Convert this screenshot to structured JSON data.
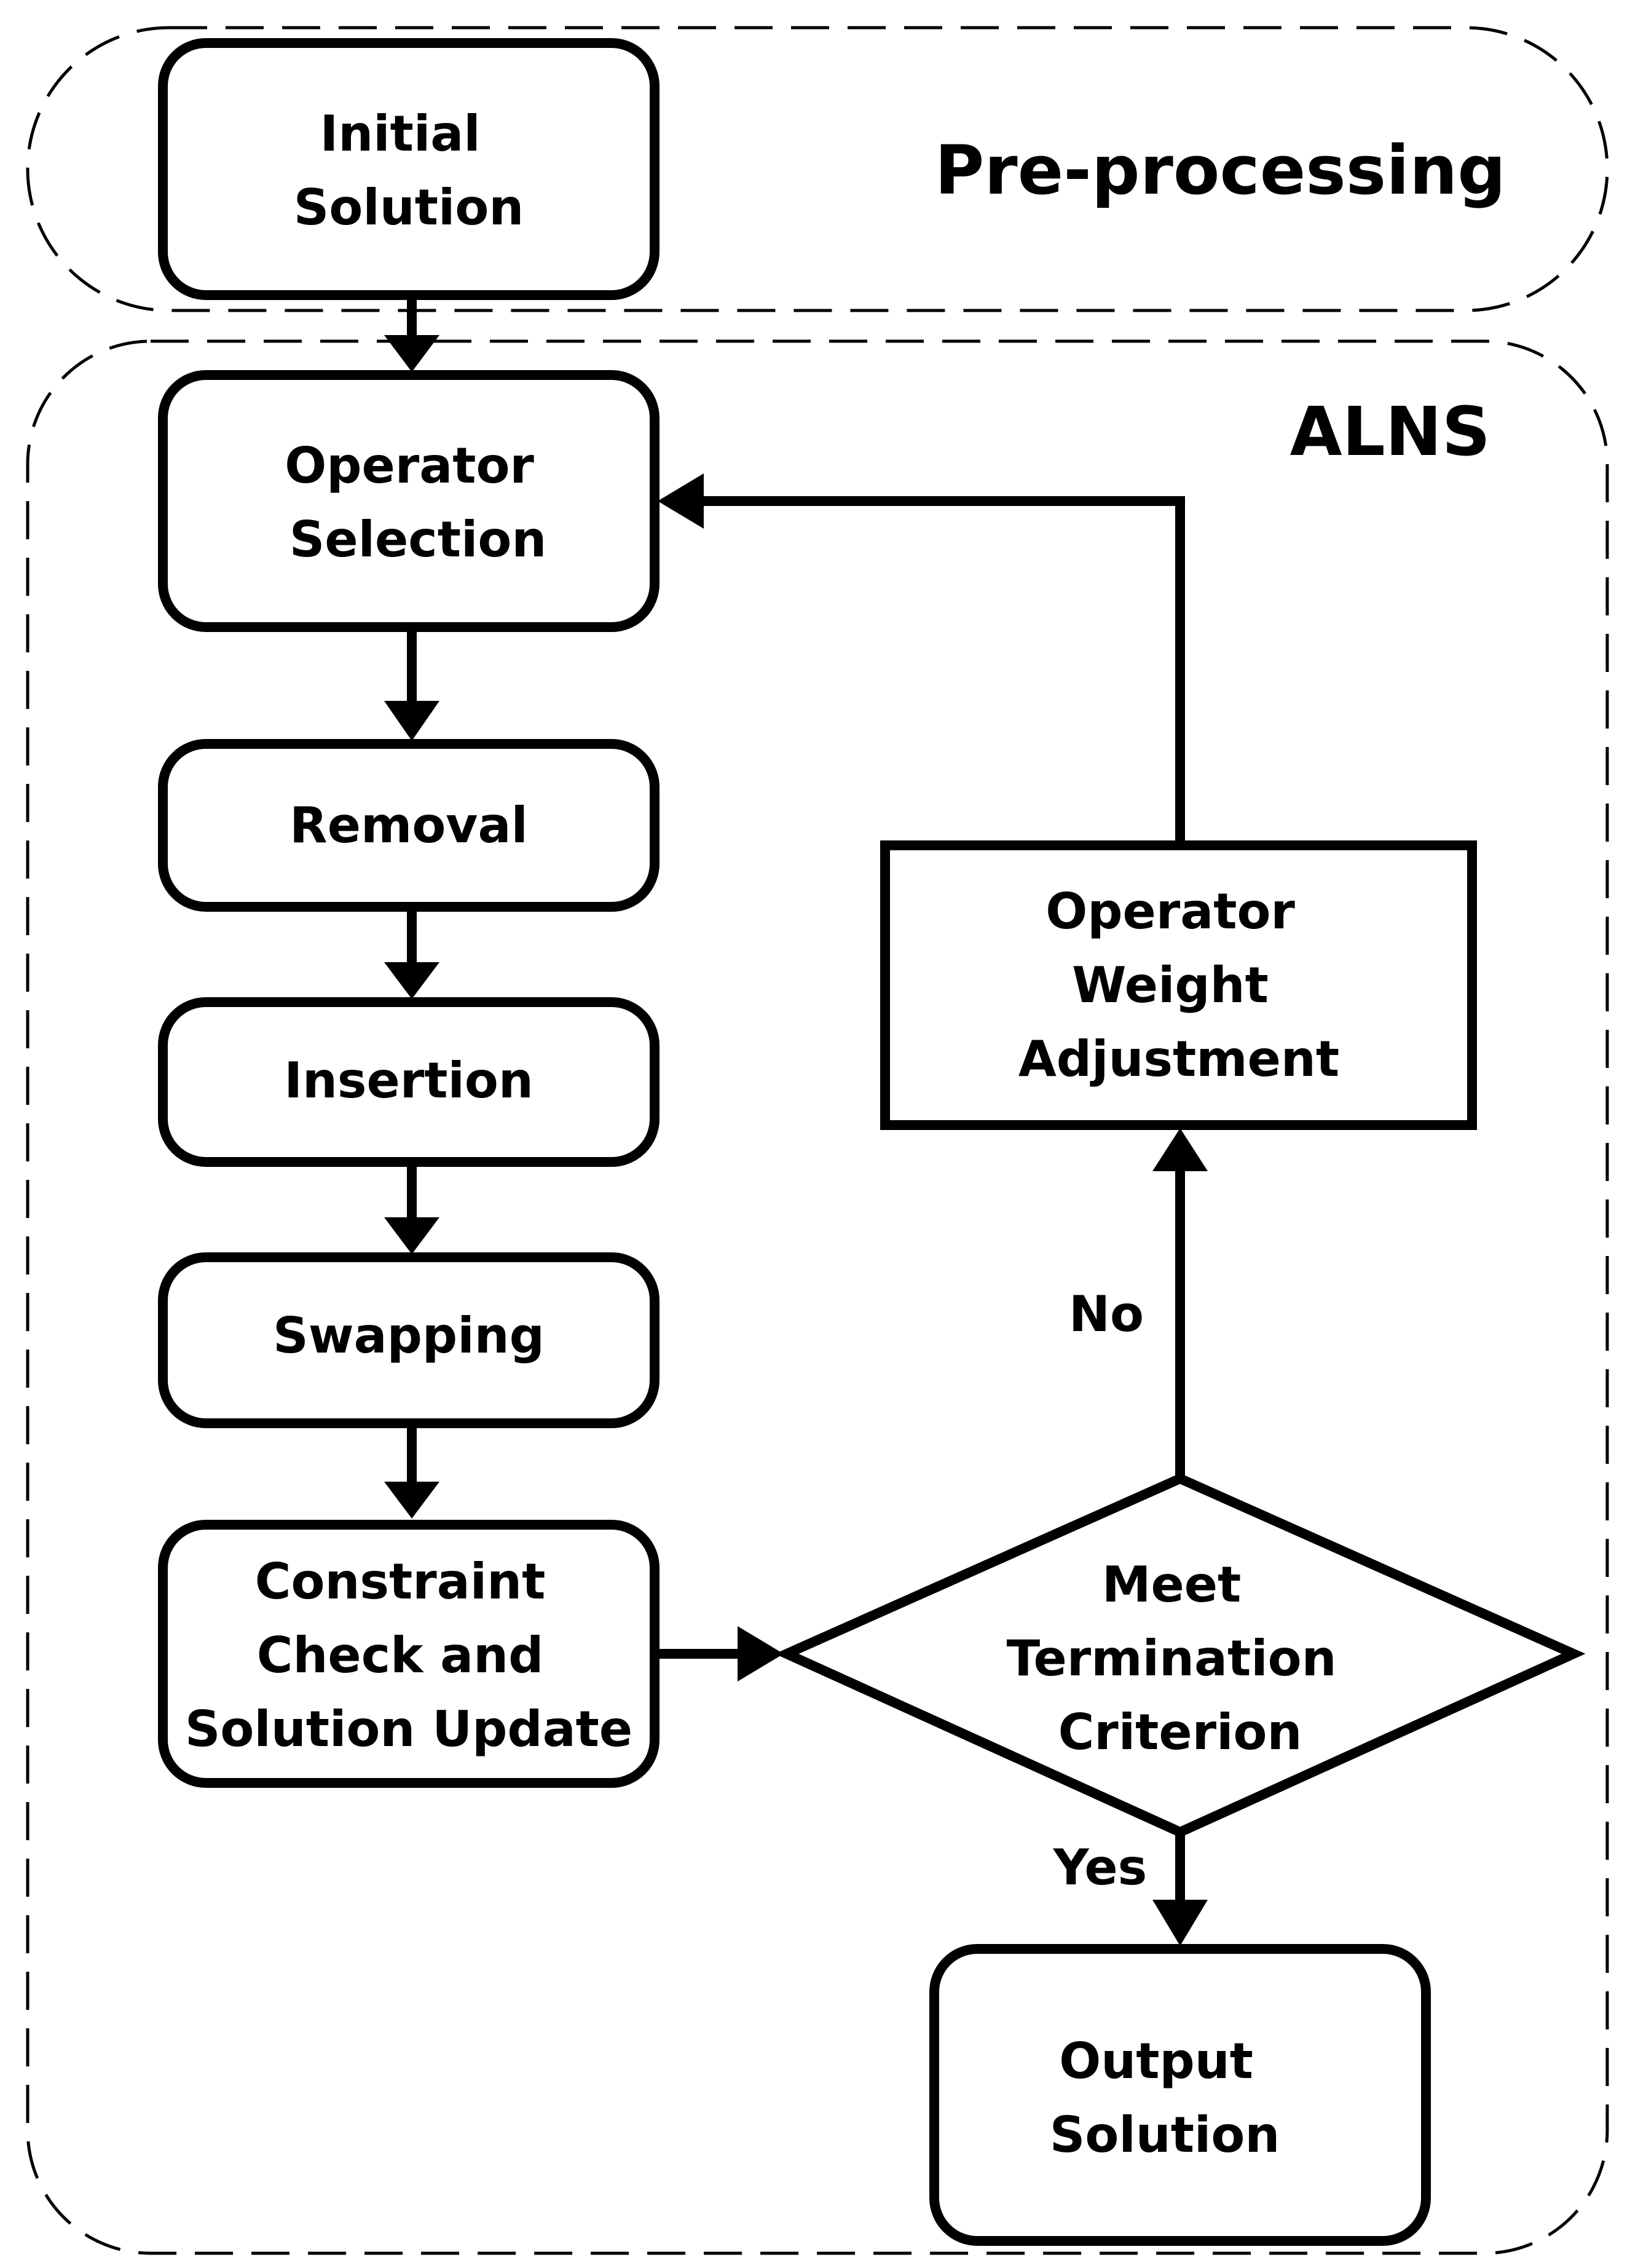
{
  "groups": {
    "preprocessing": {
      "label": "Pre-processing"
    },
    "alns": {
      "label": "ALNS"
    }
  },
  "nodes": {
    "initial_solution": {
      "lines": [
        "Initial",
        "Solution"
      ]
    },
    "operator_selection": {
      "lines": [
        "Operator",
        "Selection"
      ]
    },
    "removal": {
      "lines": [
        "Removal"
      ]
    },
    "insertion": {
      "lines": [
        "Insertion"
      ]
    },
    "swapping": {
      "lines": [
        "Swapping"
      ]
    },
    "constraint_check": {
      "lines": [
        "Constraint",
        "Check and",
        "Solution Update"
      ]
    },
    "termination": {
      "lines": [
        "Meet",
        "Termination",
        "Criterion"
      ]
    },
    "weight_adjustment": {
      "lines": [
        "Operator",
        "Weight",
        "Adjustment"
      ]
    },
    "output_solution": {
      "lines": [
        "Output",
        "Solution"
      ]
    }
  },
  "edges": {
    "no_label": "No",
    "yes_label": "Yes"
  }
}
